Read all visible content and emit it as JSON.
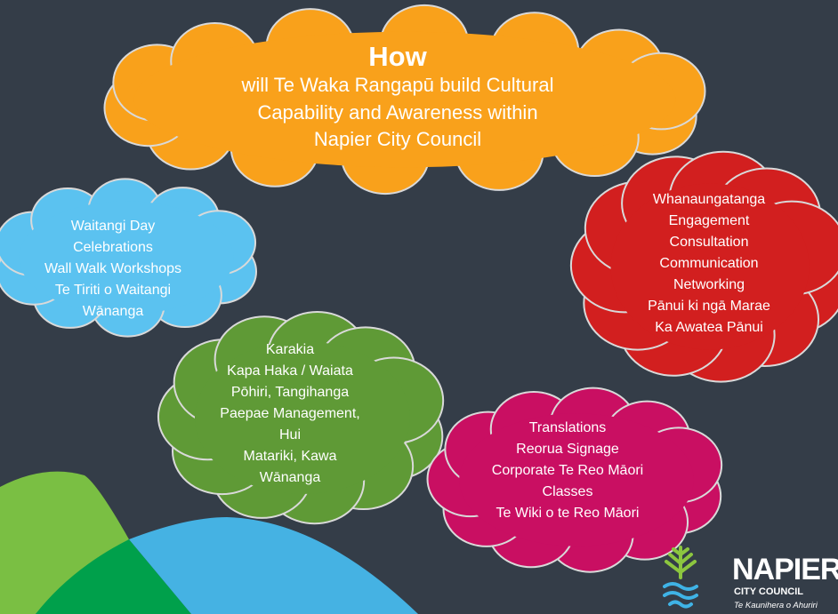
{
  "colors": {
    "background": "#343d48",
    "orange": "#f9a11b",
    "blue": "#5bc2f0",
    "red": "#d21f1f",
    "green": "#5f9a36",
    "magenta": "#c90f62"
  },
  "title": {
    "how": "How",
    "lines": [
      "will Te Waka Rangapū build Cultural",
      "Capability and Awareness within",
      "Napier City Council"
    ]
  },
  "clouds": {
    "blue": [
      "Waitangi Day",
      "Celebrations",
      "Wall Walk Workshops",
      "Te Tiriti o Waitangi",
      "Wānanga"
    ],
    "red": [
      "Whanaungatanga",
      "Engagement",
      "Consultation",
      "Communication",
      "Networking",
      "Pānui ki ngā Marae",
      "Ka Awatea Pānui"
    ],
    "green": [
      "Karakia",
      "Kapa Haka / Waiata",
      "Pōhiri, Tangihanga",
      "Paepae Management,",
      "Hui",
      "Matariki, Kawa",
      "Wānanga"
    ],
    "magenta": [
      "Translations",
      "Reorua Signage",
      "Corporate Te Reo Māori",
      "Classes",
      "Te Wiki o te Reo Māori"
    ]
  },
  "logo": {
    "name": "NAPIER",
    "sub": "CITY COUNCIL",
    "tagline": "Te Kaunihera o Ahuriri"
  }
}
